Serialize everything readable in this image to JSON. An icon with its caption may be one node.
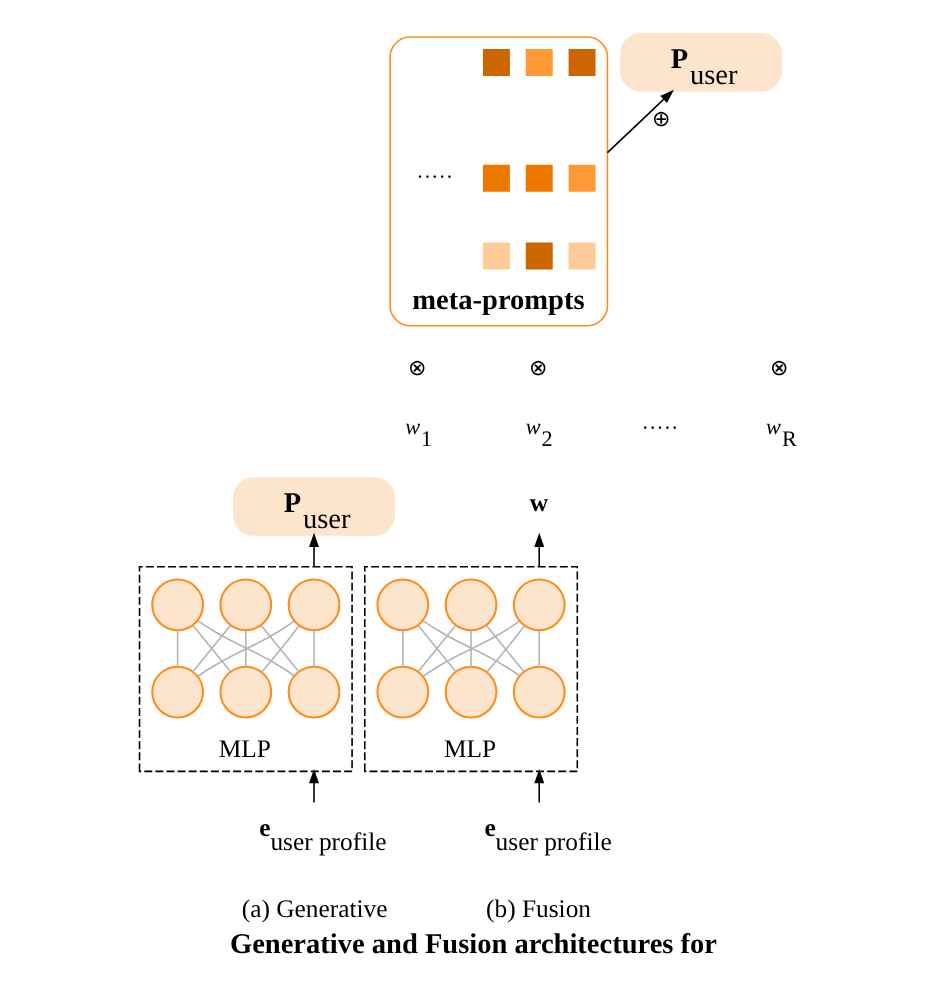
{
  "diagram": {
    "caption": "Generative and Fusion architectures for",
    "nodes": [
      {
        "text": [
          "**P**$_{user}$"
        ]
      },
      {
        "text": [
          "MLP"
        ]
      },
      {
        "text": [],
        "shape": "circle",
        "in": 1
      },
      {
        "text": [],
        "shape": "circle",
        "in": 1
      },
      {
        "text": [],
        "shape": "circle",
        "in": 1
      },
      {
        "text": [],
        "shape": "circle",
        "in": 1
      },
      {
        "text": [],
        "shape": "circle",
        "in": 1
      },
      {
        "text": [],
        "shape": "circle",
        "in": 1
      },
      {
        "text": [
          "**e**$_{user profile}$"
        ]
      },
      {
        "text": [
          "**P**$_{user}$"
        ]
      },
      {
        "text": [
          "meta-prompts"
        ]
      },
      {
        "text": [],
        "shape": "box",
        "in": 10
      },
      {
        "text": [],
        "shape": "box",
        "in": 10
      },
      {
        "text": [],
        "shape": "box",
        "in": 10
      },
      {
        "text": [],
        "shape": "box",
        "in": 10
      },
      {
        "text": [],
        "shape": "box",
        "in": 10
      },
      {
        "text": [],
        "shape": "box",
        "in": 10
      },
      {
        "text": [],
        "shape": "box",
        "in": 10
      },
      {
        "text": [],
        "shape": "box",
        "in": 10
      },
      {
        "text": [],
        "shape": "box",
        "in": 10
      },
      {
        "text": [
          "**w**"
        ]
      },
      {
        "text": [
          "MLP"
        ]
      },
      {
        "text": [],
        "shape": "circle",
        "in": 21
      },
      {
        "text": [],
        "shape": "circle",
        "in": 21
      },
      {
        "text": [],
        "shape": "circle",
        "in": 21
      },
      {
        "text": [],
        "shape": "circle",
        "in": 21
      },
      {
        "text": [],
        "shape": "circle",
        "in": 21
      },
      {
        "text": [],
        "shape": "circle",
        "in": 21
      },
      {
        "text": [
          "**e**$_{user profile}$"
        ]
      }
    ],
    "edges": [
      {
        "from": 8,
        "to": 1,
        "arrow": "to",
        "color": "#000000"
      },
      {
        "from": 1,
        "to": 0,
        "arrow": "to",
        "color": "#000000"
      },
      {
        "from": 5,
        "to": 2,
        "arrow": "none",
        "color": "#b3b3b3"
      },
      {
        "from": 5,
        "to": 3,
        "arrow": "none",
        "color": "#b3b3b3"
      },
      {
        "from": 5,
        "to": 4,
        "arrow": "none",
        "color": "#b3b3b3"
      },
      {
        "from": 6,
        "to": 2,
        "arrow": "none",
        "color": "#b3b3b3"
      },
      {
        "from": 6,
        "to": 3,
        "arrow": "none",
        "color": "#b3b3b3"
      },
      {
        "from": 6,
        "to": 4,
        "arrow": "none",
        "color": "#b3b3b3"
      },
      {
        "from": 7,
        "to": 2,
        "arrow": "none",
        "color": "#b3b3b3"
      },
      {
        "from": 7,
        "to": 3,
        "arrow": "none",
        "color": "#b3b3b3"
      },
      {
        "from": 7,
        "to": 4,
        "arrow": "none",
        "color": "#b3b3b3"
      },
      {
        "from": 28,
        "to": 21,
        "arrow": "to",
        "color": "#000000"
      },
      {
        "from": 21,
        "to": 20,
        "arrow": "to",
        "color": "#000000"
      },
      {
        "from": 10,
        "to": 9,
        "arrow": "to",
        "label": "⊕",
        "color": "#000000"
      },
      {
        "from": 25,
        "to": 22,
        "arrow": "none",
        "color": "#b3b3b3"
      },
      {
        "from": 25,
        "to": 23,
        "arrow": "none",
        "color": "#b3b3b3"
      },
      {
        "from": 25,
        "to": 24,
        "arrow": "none",
        "color": "#b3b3b3"
      },
      {
        "from": 26,
        "to": 22,
        "arrow": "none",
        "color": "#b3b3b3"
      },
      {
        "from": 26,
        "to": 23,
        "arrow": "none",
        "color": "#b3b3b3"
      },
      {
        "from": 26,
        "to": 24,
        "arrow": "none",
        "color": "#b3b3b3"
      },
      {
        "from": 27,
        "to": 22,
        "arrow": "none",
        "color": "#b3b3b3"
      },
      {
        "from": 27,
        "to": 23,
        "arrow": "none",
        "color": "#b3b3b3"
      },
      {
        "from": 27,
        "to": 24,
        "arrow": "none",
        "color": "#b3b3b3"
      }
    ],
    "labels": [
      "·····",
      "⊗",
      "⊗",
      "⊗",
      "*w*$_{1}$",
      "*w*$_{2}$",
      "·····",
      "*w*$_{R}$",
      "(a) Generative",
      "(b) Fusion"
    ]
  }
}
